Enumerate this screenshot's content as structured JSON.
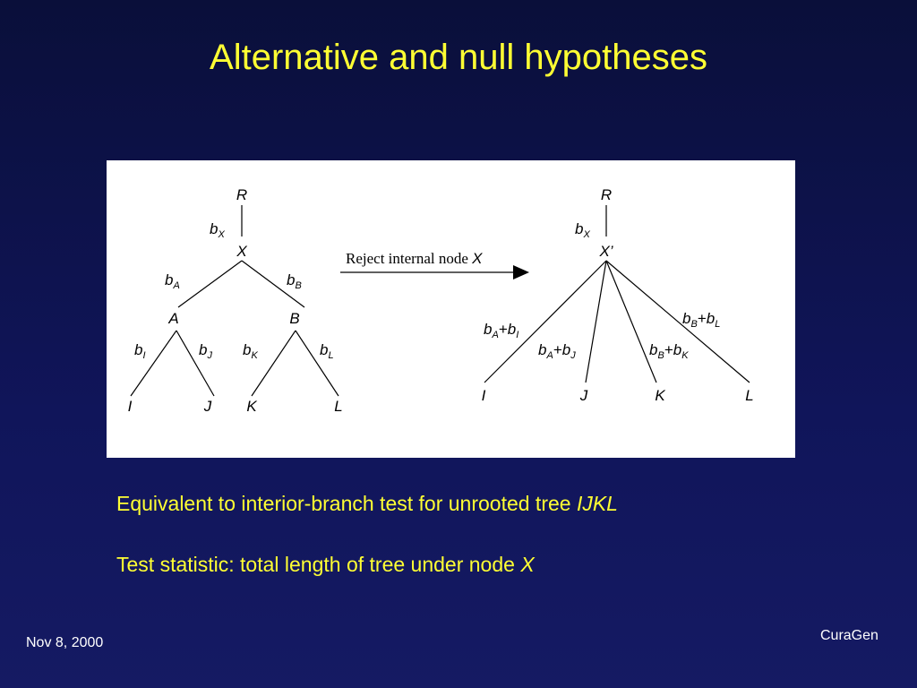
{
  "title": "Alternative and null hypotheses",
  "left_tree": {
    "root": "R",
    "internal": "X",
    "a": "A",
    "b": "B",
    "leaves": [
      "I",
      "J",
      "K",
      "L"
    ],
    "branch_labels": {
      "x": {
        "base": "b",
        "sub": "X"
      },
      "a": {
        "base": "b",
        "sub": "A"
      },
      "b": {
        "base": "b",
        "sub": "B"
      },
      "i": {
        "base": "b",
        "sub": "I"
      },
      "j": {
        "base": "b",
        "sub": "J"
      },
      "k": {
        "base": "b",
        "sub": "K"
      },
      "l": {
        "base": "b",
        "sub": "L"
      }
    }
  },
  "arrow": {
    "label": "Reject internal node ",
    "node": "X"
  },
  "right_tree": {
    "root": "R",
    "internal": "X’",
    "leaves": [
      "I",
      "J",
      "K",
      "L"
    ],
    "branch_labels": {
      "x": {
        "base": "b",
        "sub": "X"
      },
      "ai": {
        "b1": "b",
        "s1": "A",
        "plus": "+",
        "b2": "b",
        "s2": "I"
      },
      "aj": {
        "b1": "b",
        "s1": "A",
        "plus": "+",
        "b2": "b",
        "s2": "J"
      },
      "bk": {
        "b1": "b",
        "s1": "B",
        "plus": "+",
        "b2": "b",
        "s2": "K"
      },
      "bl": {
        "b1": "b",
        "s1": "B",
        "plus": "+",
        "b2": "b",
        "s2": "L"
      }
    }
  },
  "bullets": [
    {
      "text": "Equivalent to interior-branch test for unrooted tree ",
      "em": "IJKL"
    },
    {
      "text": "Test statistic: total length of tree under node ",
      "em": "X"
    }
  ],
  "footer": {
    "date": "Nov 8, 2000",
    "brand": "CuraGen"
  },
  "colors": {
    "background": "#10155a",
    "title": "#ffff33",
    "text": "#ffff33",
    "footer": "#ffffff",
    "panel": "#ffffff"
  }
}
